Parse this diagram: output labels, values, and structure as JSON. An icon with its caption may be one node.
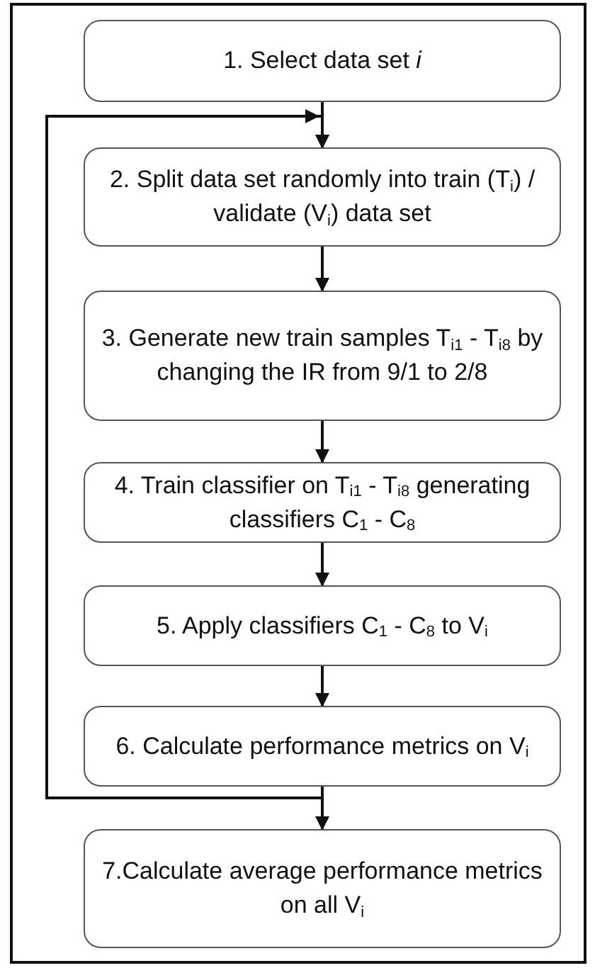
{
  "diagram": {
    "nodes": [
      {
        "text": [
          "1. Select data set *i*"
        ]
      },
      {
        "text": [
          "2. Split data set randomly into train (T$_{i}$) / validate (V$_{i}$) data set"
        ]
      },
      {
        "text": [
          "3. Generate new train samples T$_{i1}$ - T$_{i8}$ by changing the IR from 9/1 to 2/8"
        ]
      },
      {
        "text": [
          "4. Train classifier on T$_{i1}$ - T$_{i8}$ generating classifiers C$_{1}$ - C$_{8}$"
        ]
      },
      {
        "text": [
          "5. Apply classifiers C$_{1}$ - C$_{8}$ to V$_{i}$"
        ]
      },
      {
        "text": [
          "6. Calculate performance metrics on V$_{i}$"
        ]
      },
      {
        "text": [
          "7.Calculate average performance metrics on all V$_{i}$"
        ]
      }
    ],
    "edges": [
      {
        "from": 0,
        "to": 1,
        "arrow": "to"
      },
      {
        "from": 1,
        "to": 2,
        "arrow": "to"
      },
      {
        "from": 2,
        "to": 3,
        "arrow": "to"
      },
      {
        "from": 3,
        "to": 4,
        "arrow": "to"
      },
      {
        "from": 4,
        "to": 5,
        "arrow": "to"
      },
      {
        "from": 5,
        "to": 6,
        "arrow": "to"
      },
      {
        "from": 5,
        "to": 1,
        "arrow": "to"
      }
    ]
  }
}
